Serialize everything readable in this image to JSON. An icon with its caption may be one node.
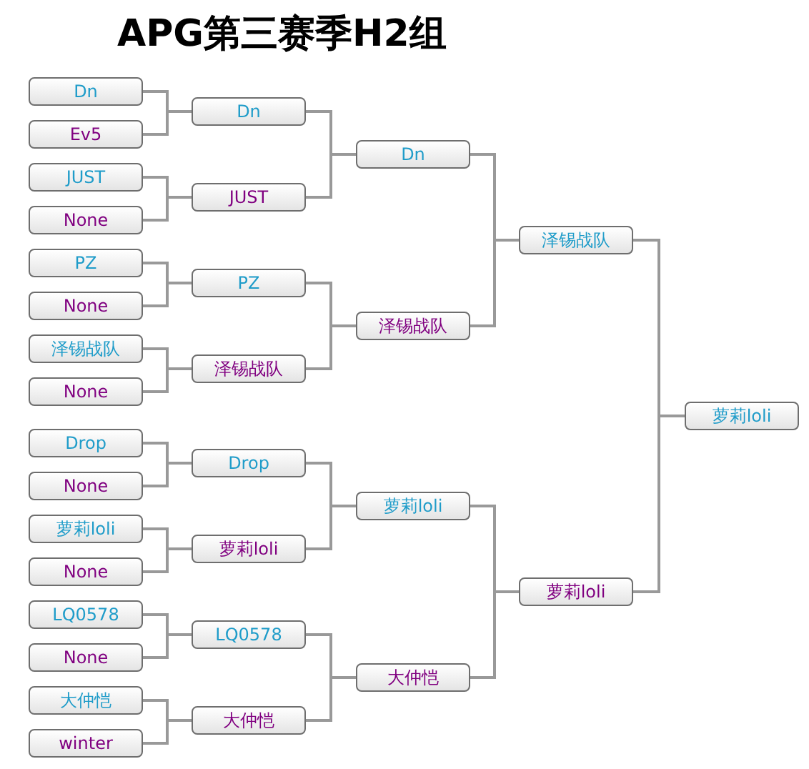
{
  "diagram": {
    "title": "APG第三赛季H2组",
    "nodes": [
      {
        "text": [
          "Dn"
        ]
      },
      {
        "text": [
          "Ev5"
        ]
      },
      {
        "text": [
          "JUST"
        ]
      },
      {
        "text": [
          "None"
        ]
      },
      {
        "text": [
          "PZ"
        ]
      },
      {
        "text": [
          "None"
        ]
      },
      {
        "text": [
          "泽锡战队"
        ]
      },
      {
        "text": [
          "None"
        ]
      },
      {
        "text": [
          "Drop"
        ]
      },
      {
        "text": [
          "None"
        ]
      },
      {
        "text": [
          "萝莉loli"
        ]
      },
      {
        "text": [
          "None"
        ]
      },
      {
        "text": [
          "LQ0578"
        ]
      },
      {
        "text": [
          "None"
        ]
      },
      {
        "text": [
          "大仲恺"
        ]
      },
      {
        "text": [
          "winter"
        ]
      },
      {
        "text": [
          "Dn"
        ]
      },
      {
        "text": [
          "JUST"
        ]
      },
      {
        "text": [
          "PZ"
        ]
      },
      {
        "text": [
          "泽锡战队"
        ]
      },
      {
        "text": [
          "Drop"
        ]
      },
      {
        "text": [
          "萝莉loli"
        ]
      },
      {
        "text": [
          "LQ0578"
        ]
      },
      {
        "text": [
          "大仲恺"
        ]
      },
      {
        "text": [
          "Dn"
        ]
      },
      {
        "text": [
          "泽锡战队"
        ]
      },
      {
        "text": [
          "萝莉loli"
        ]
      },
      {
        "text": [
          "大仲恺"
        ]
      },
      {
        "text": [
          "泽锡战队"
        ]
      },
      {
        "text": [
          "萝莉loli"
        ]
      },
      {
        "text": [
          "萝莉loli"
        ]
      }
    ],
    "edges": [
      {
        "from": 0,
        "to": 16,
        "arrow": "none"
      },
      {
        "from": 1,
        "to": 16,
        "arrow": "none"
      },
      {
        "from": 2,
        "to": 17,
        "arrow": "none"
      },
      {
        "from": 3,
        "to": 17,
        "arrow": "none"
      },
      {
        "from": 4,
        "to": 18,
        "arrow": "none"
      },
      {
        "from": 5,
        "to": 18,
        "arrow": "none"
      },
      {
        "from": 6,
        "to": 19,
        "arrow": "none"
      },
      {
        "from": 7,
        "to": 19,
        "arrow": "none"
      },
      {
        "from": 8,
        "to": 20,
        "arrow": "none"
      },
      {
        "from": 9,
        "to": 20,
        "arrow": "none"
      },
      {
        "from": 10,
        "to": 21,
        "arrow": "none"
      },
      {
        "from": 11,
        "to": 21,
        "arrow": "none"
      },
      {
        "from": 12,
        "to": 22,
        "arrow": "none"
      },
      {
        "from": 13,
        "to": 22,
        "arrow": "none"
      },
      {
        "from": 14,
        "to": 23,
        "arrow": "none"
      },
      {
        "from": 15,
        "to": 23,
        "arrow": "none"
      },
      {
        "from": 16,
        "to": 24,
        "arrow": "none"
      },
      {
        "from": 17,
        "to": 24,
        "arrow": "none"
      },
      {
        "from": 18,
        "to": 25,
        "arrow": "none"
      },
      {
        "from": 19,
        "to": 25,
        "arrow": "none"
      },
      {
        "from": 20,
        "to": 26,
        "arrow": "none"
      },
      {
        "from": 21,
        "to": 26,
        "arrow": "none"
      },
      {
        "from": 22,
        "to": 27,
        "arrow": "none"
      },
      {
        "from": 23,
        "to": 27,
        "arrow": "none"
      },
      {
        "from": 24,
        "to": 28,
        "arrow": "none"
      },
      {
        "from": 25,
        "to": 28,
        "arrow": "none"
      },
      {
        "from": 26,
        "to": 29,
        "arrow": "none"
      },
      {
        "from": 27,
        "to": 29,
        "arrow": "none"
      },
      {
        "from": 28,
        "to": 30,
        "arrow": "none"
      },
      {
        "from": 29,
        "to": 30,
        "arrow": "none"
      }
    ]
  }
}
